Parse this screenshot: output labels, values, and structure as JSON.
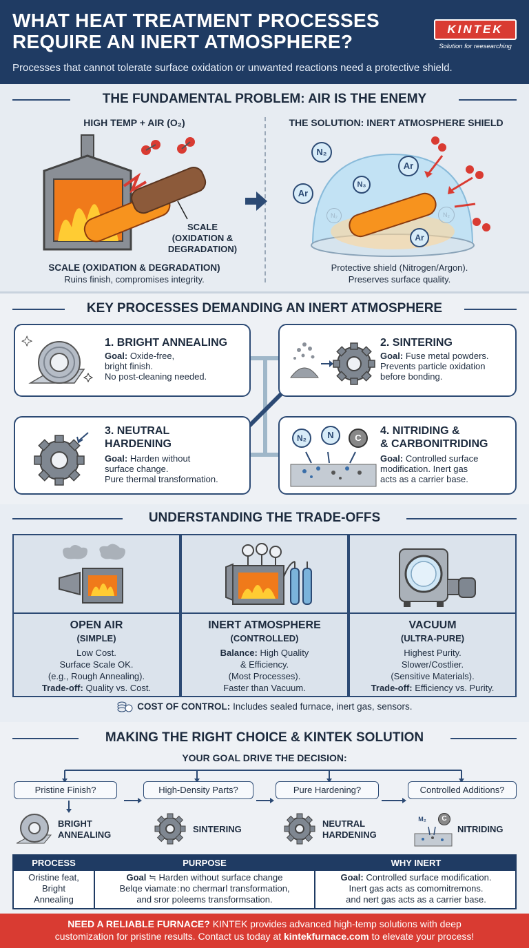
{
  "header": {
    "title": "WHAT HEAT TREATMENT PROCESSES REQUIRE AN INERT ATMOSPHERE?",
    "subtitle": "Processes that cannot tolerate surface oxidation or unwanted reactions need a protective shield.",
    "logo": "KINTEK",
    "logo_tagline": "Solution for reesearching"
  },
  "problem": {
    "title": "THE FUNDAMENTAL PROBLEM: AIR IS THE ENEMY",
    "left_label": "HIGH TEMP + AIR (O₂)",
    "scale_label_1": "SCALE",
    "scale_label_2": "(OXIDATION &",
    "scale_label_3": "DEGRADATION)",
    "left_caption_1": "SCALE (OXIDATION & DEGRADATION)",
    "left_caption_2": "Ruins finish, compromises integrity.",
    "right_label": "THE SOLUTION: INERT ATMOSPHERE SHIELD",
    "right_caption_1": "Protective shield (Nitrogen/Argon).",
    "right_caption_2": "Preserves surface quality.",
    "gas_n2": "N₂",
    "gas_ar": "Ar",
    "gas_n2_small": "N₃",
    "gas_faded_1": "N₂",
    "gas_faded_2": "N₂"
  },
  "processes": {
    "title": "KEY PROCESSES DEMANDING AN INERT ATMOSPHERE",
    "items": [
      {
        "title": "1. BRIGHT ANNEALING",
        "goal_label": "Goal:",
        "desc_1": "Oxide-free,",
        "desc_2": "bright finish.",
        "desc_3": "No post-cleaning needed."
      },
      {
        "title": "2. SINTERING",
        "goal_label": "Goal:",
        "desc_1": "Fuse metal powders.",
        "desc_2": "Prevents particle oxidation",
        "desc_3": "before bonding."
      },
      {
        "title_1": "3. NEUTRAL",
        "title_2": "HARDENING",
        "goal_label": "Goal:",
        "desc_1": "Harden without",
        "desc_2": "surface change.",
        "desc_3": "Pure thermal transformation."
      },
      {
        "title_1": "4. NITRIDING &",
        "title_2": "& CARBONITRIDING",
        "goal_label": "Goal:",
        "desc_1": "Controlled surface",
        "desc_2": "modification. Inert gas",
        "desc_3": "acts as a carrier base."
      }
    ],
    "gas_n2": "N₂",
    "gas_n": "N",
    "gas_c": "C"
  },
  "tradeoffs": {
    "title": "UNDERSTANDING THE TRADE-OFFS",
    "columns": [
      {
        "name": "OPEN AIR",
        "sub": "(SIMPLE)",
        "l1": "Low Cost.",
        "l2": "Surface Scale OK.",
        "l3": "(e.g., Rough Annealing).",
        "l4_label": "Trade-off:",
        "l4": "Quality vs. Cost."
      },
      {
        "name": "INERT ATMOSPHERE",
        "sub": "(CONTROLLED)",
        "l1_label": "Balance:",
        "l1": "High Quality",
        "l2": "& Efficiency.",
        "l3": "(Most Processes).",
        "l4": "Faster than Vacuum."
      },
      {
        "name": "VACUUM",
        "sub": "(ULTRA-PURE)",
        "l1": "Highest Purity.",
        "l2": "Slower/Costlier.",
        "l3": "(Sensitive Materials).",
        "l4_label": "Trade-off:",
        "l4": "Efficiency vs. Purity."
      }
    ],
    "cost_label": "COST OF CONTROL:",
    "cost_text": "Includes sealed furnace, inert gas, sensors."
  },
  "choice": {
    "title": "MAKING THE RIGHT CHOICE & KINTEK SOLUTION",
    "subtitle": "YOUR GOAL DRIVE THE DECISION:",
    "questions": [
      "Pristine Finish?",
      "High-Density Parts?",
      "Pure Hardening?",
      "Controlled Additions?"
    ],
    "results": [
      {
        "l1": "BRIGHT",
        "l2": "ANNEALING"
      },
      {
        "l1": "SINTERING",
        "l2": ""
      },
      {
        "l1": "NEUTRAL",
        "l2": "HARDENING"
      },
      {
        "l1": "NITRIDING",
        "l2": ""
      }
    ],
    "icon_m": "M₂",
    "icon_c": "C"
  },
  "table": {
    "headers": [
      "PROCESS",
      "PURPOSE",
      "WHY INERT"
    ],
    "col1": [
      "Oristine feat,",
      "Bright",
      "Annealing"
    ],
    "col2_label": "Goal",
    "col2_glyph": "≒",
    "col2": [
      "Harden without surface change",
      "Belqe viamate : no chermarl transformation,",
      "and sror poleems transformsation."
    ],
    "col3_label": "Goal:",
    "col3": [
      "Controlled surface modification.",
      "Inert gas acts as comomitremons.",
      "and nert gas acts as a carrier base."
    ]
  },
  "footer": {
    "bold_1": "NEED A RELIABLE FURNACE?",
    "text_1": "KINTEK provides advanced high-temp solutions with deep",
    "text_2": "customization for pristine results. Contact us today at",
    "link": "kintekfurnace.com",
    "text_3": "to elevate your process!"
  },
  "colors": {
    "navy": "#1f3b63",
    "accent_red": "#d93b32",
    "flame_orange": "#f7931e",
    "shield_blue": "#bfe1f5"
  }
}
